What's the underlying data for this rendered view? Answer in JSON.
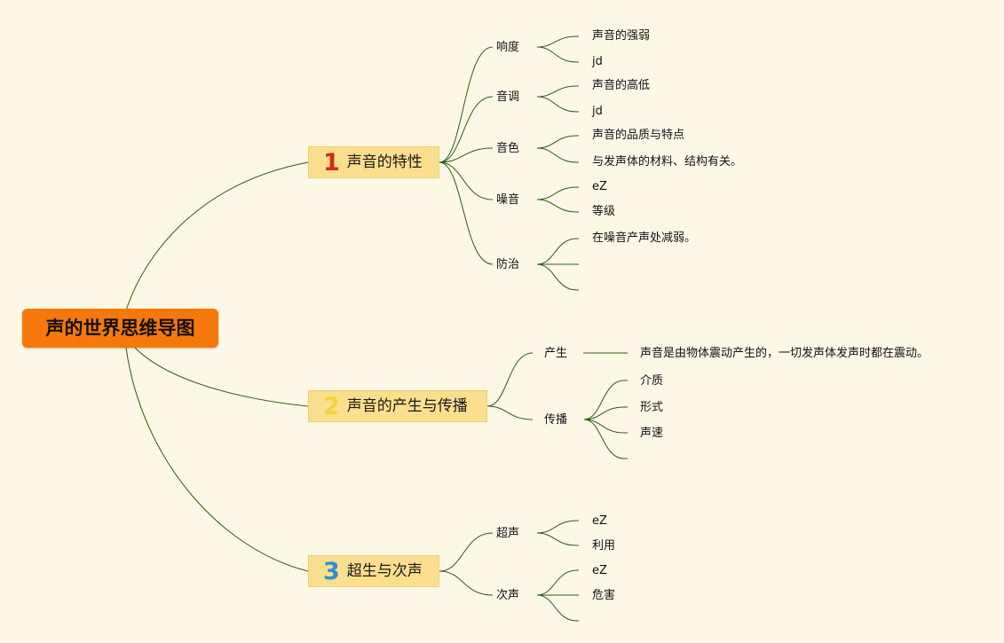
{
  "root": {
    "title": "声的世界思维导图"
  },
  "branches": [
    {
      "number": "1",
      "number_color": "#d42a1c",
      "title": "声音的特性",
      "children": [
        {
          "label": "响度",
          "children": [
            "声音的强弱",
            "jd"
          ]
        },
        {
          "label": "音调",
          "children": [
            "声音的高低",
            "jd"
          ]
        },
        {
          "label": "音色",
          "children": [
            "声音的品质与特点",
            "与发声体的材料、结构有关。"
          ]
        },
        {
          "label": "噪音",
          "children": [
            "eZ",
            "等级"
          ]
        },
        {
          "label": "防治",
          "children": [
            "在噪音产声处减弱。",
            "",
            ""
          ]
        }
      ]
    },
    {
      "number": "2",
      "number_color": "#f3d23a",
      "title": "声音的产生与传播",
      "children": [
        {
          "label": "产生",
          "children": [
            "声音是由物体震动产生的，一切发声体发声时都在震动。"
          ]
        },
        {
          "label": "传播",
          "children": [
            "介质",
            "形式",
            "声速",
            ""
          ]
        }
      ]
    },
    {
      "number": "3",
      "number_color": "#2f8fd0",
      "title": "超生与次声",
      "children": [
        {
          "label": "超声",
          "children": [
            "eZ",
            "利用"
          ]
        },
        {
          "label": "次声",
          "children": [
            "eZ",
            "危害",
            ""
          ]
        }
      ]
    }
  ],
  "colors": {
    "background": "#fdf8e6",
    "root_fill": "#f5790a",
    "branch_fill": "#fbdf8f",
    "connector": "#2f5d12"
  }
}
